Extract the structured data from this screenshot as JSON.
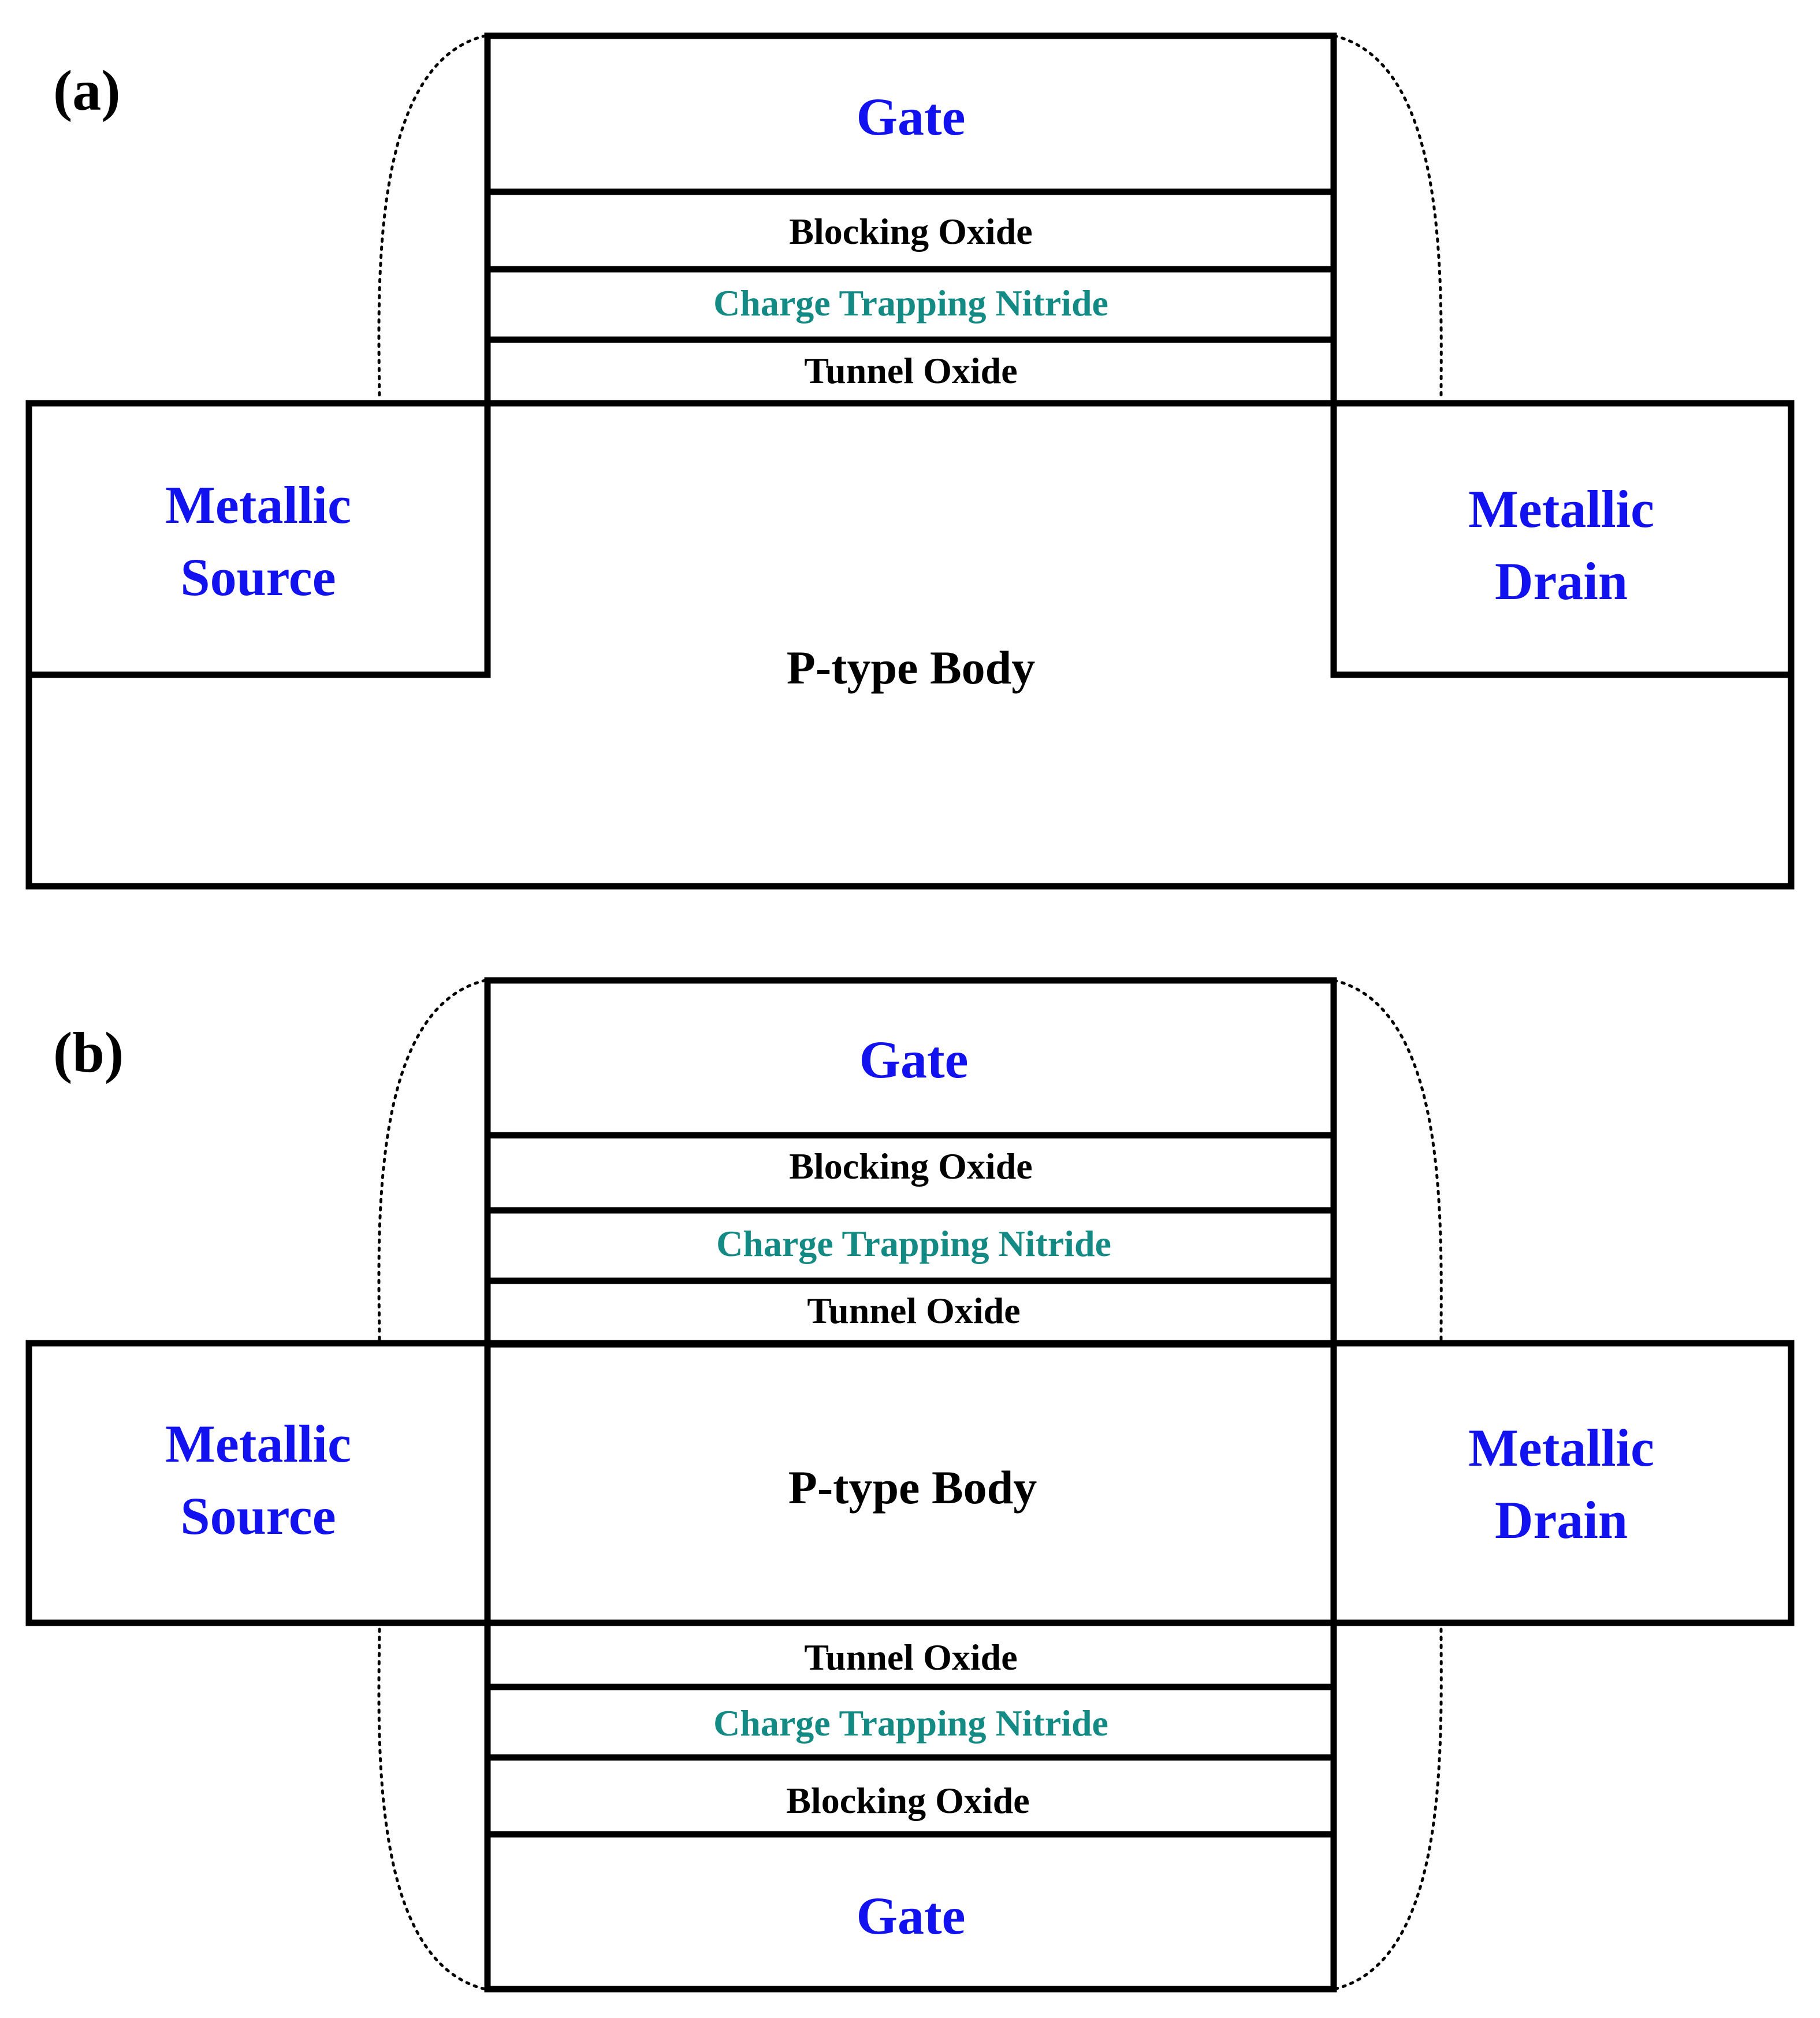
{
  "panels": [
    {
      "label": "(a)",
      "gate": "Gate",
      "blocking_oxide": "Blocking Oxide",
      "charge_trapping": "Charge Trapping Nitride",
      "tunnel_oxide": "Tunnel Oxide",
      "source_line1": "Metallic",
      "source_line2": "Source",
      "drain_line1": "Metallic",
      "drain_line2": "Drain",
      "body": "P-type Body"
    },
    {
      "label": "(b)",
      "gate_top": "Gate",
      "blocking_oxide_top": "Blocking Oxide",
      "charge_trapping_top": "Charge Trapping Nitride",
      "tunnel_oxide_top": "Tunnel Oxide",
      "source_line1": "Metallic",
      "source_line2": "Source",
      "drain_line1": "Metallic",
      "drain_line2": "Drain",
      "body": "P-type Body",
      "tunnel_oxide_bottom": "Tunnel Oxide",
      "charge_trapping_bottom": "Charge Trapping Nitride",
      "blocking_oxide_bottom": "Blocking Oxide",
      "gate_bottom": "Gate"
    }
  ],
  "colors": {
    "gate_text": "#1212f0",
    "metal_text": "#1212f0",
    "nitride_text": "#138a83",
    "outline": "#000000"
  }
}
